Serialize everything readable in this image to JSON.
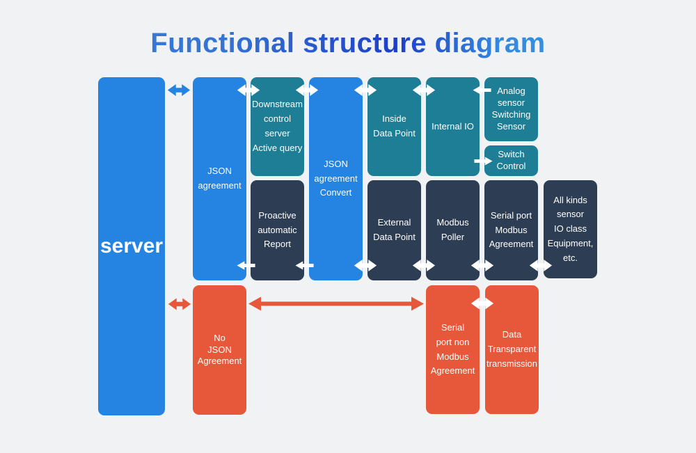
{
  "title": "Functional structure diagram",
  "colors": {
    "blue": "#2583e2",
    "teal": "#1d7e96",
    "navy": "#2c3d54",
    "orange": "#e7573a",
    "background": "#f1f2f4",
    "arrow_white": "#ffffff",
    "title_gradient": [
      "#3b80d7",
      "#1b3fc9",
      "#31a5e9"
    ]
  },
  "nodes": {
    "server": {
      "label": "server"
    },
    "json_agreement": {
      "label": "JSON\nagreement"
    },
    "downstream_control": {
      "label": "Downstream\ncontrol\nserver\nActive query"
    },
    "proactive_report": {
      "label": "Proactive\nautomatic\nReport"
    },
    "json_convert": {
      "label": "JSON\nagreement\nConvert"
    },
    "inside_data_point": {
      "label": "Inside\nData Point"
    },
    "external_data_point": {
      "label": "External\nData Point"
    },
    "internal_io": {
      "label": "Internal IO"
    },
    "modbus_poller": {
      "label": "Modbus\nPoller"
    },
    "analog_switching_sensor": {
      "label": "Analog\nsensor\nSwitching\nSensor"
    },
    "switch_control": {
      "label": "Switch\nControl"
    },
    "serial_port_modbus": {
      "label": "Serial port\nModbus\nAgreement"
    },
    "all_kinds_equipment": {
      "label": "All kinds\nsensor\nIO class\nEquipment,\netc."
    },
    "no_json_agreement": {
      "label": "No\nJSON\nAgreement"
    },
    "serial_port_non_modbus": {
      "label": "Serial\nport non\nModbus\nAgreement"
    },
    "data_transparent": {
      "label": "Data\nTransparent\ntransmission"
    }
  }
}
